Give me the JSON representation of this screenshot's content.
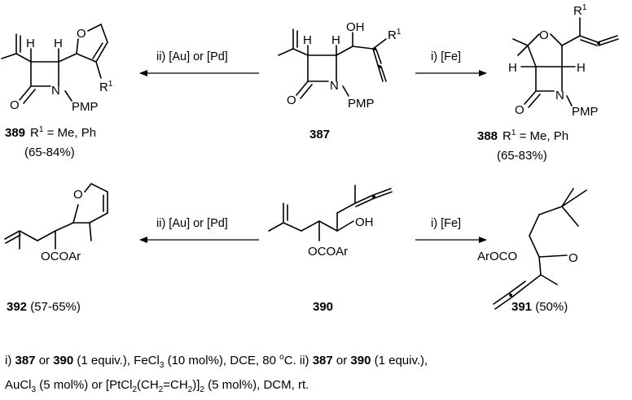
{
  "reactions": {
    "top": {
      "left_arrow_label": "ii) [Au] or [Pd]",
      "right_arrow_label": "i) [Fe]",
      "start": {
        "num": "387",
        "R": "R",
        "R_sup": "1"
      },
      "left_product": {
        "num": "389",
        "R": "R",
        "R_sup": "1",
        "eq": " = Me, Ph",
        "yield": "(65-84%)"
      },
      "right_product": {
        "num": "388",
        "R": "R",
        "R_sup": "1",
        "eq": " = Me, Ph",
        "yield": "(65-83%)"
      }
    },
    "bottom": {
      "left_arrow_label": "ii) [Au] or [Pd]",
      "right_arrow_label": "i) [Fe]",
      "start": {
        "num": "390"
      },
      "left_product": {
        "num": "392",
        "yield": " (57-65%)"
      },
      "right_product": {
        "num": "391",
        "yield": " (50%)"
      }
    }
  },
  "atoms": {
    "H": "H",
    "O": "O",
    "N": "N",
    "OH": "OH",
    "PMP": "PMP",
    "OCOAr": "OCOAr",
    "ArOCO": "ArOCO"
  },
  "footnote": {
    "l1_a": "i) ",
    "l1_b": "387",
    "l1_c": " or ",
    "l1_d": "390",
    "l1_e": " (1 equiv.), FeCl",
    "l1_f": "3",
    "l1_g": " (10 mol%), DCE, 80 ",
    "l1_h": "o",
    "l1_i": "C. ii) ",
    "l1_j": "387",
    "l1_k": " or ",
    "l1_l": "390",
    "l1_m": " (1 equiv.),",
    "l2_a": "AuCl",
    "l2_b": "3",
    "l2_c": " (5 mol%) or [PtCl",
    "l2_d": "2",
    "l2_e": "(CH",
    "l2_f": "2",
    "l2_g": "=CH",
    "l2_h": "2",
    "l2_i": ")]",
    "l2_j": "2",
    "l2_k": " (5 mol%), DCM, rt."
  }
}
